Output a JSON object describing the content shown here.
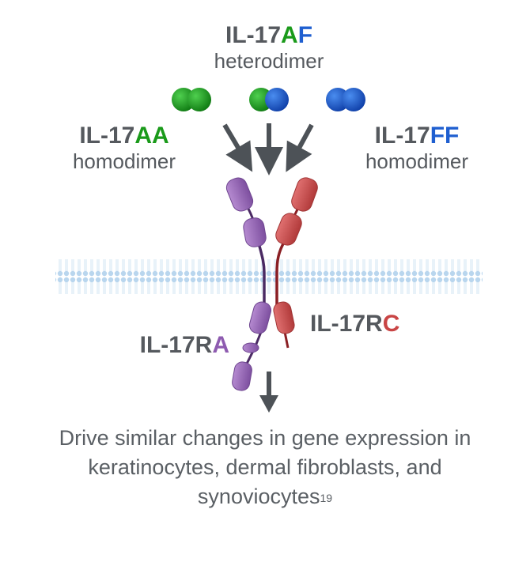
{
  "heterodimer": {
    "prefix": "IL-17",
    "chain_a": "A",
    "chain_f": "F",
    "type": "heterodimer"
  },
  "aa": {
    "prefix": "IL-17",
    "suffix": "AA",
    "type": "homodimer"
  },
  "ff": {
    "prefix": "IL-17",
    "suffix": "FF",
    "type": "homodimer"
  },
  "receptor_a": {
    "prefix": "IL-17R",
    "suffix": "A"
  },
  "receptor_c": {
    "prefix": "IL-17R",
    "suffix": "C"
  },
  "caption": {
    "line1": "Drive similar changes in gene expression in",
    "line2": "keratinocytes, dermal fibroblasts, and",
    "line3": "synoviocytes",
    "ref": "19"
  },
  "colors": {
    "green": "#1a9a1a",
    "blue": "#1f5fd0",
    "purple": "#8e5bb0",
    "red": "#c94545",
    "arrow": "#4d5257",
    "membrane": "#b9d6ee"
  }
}
